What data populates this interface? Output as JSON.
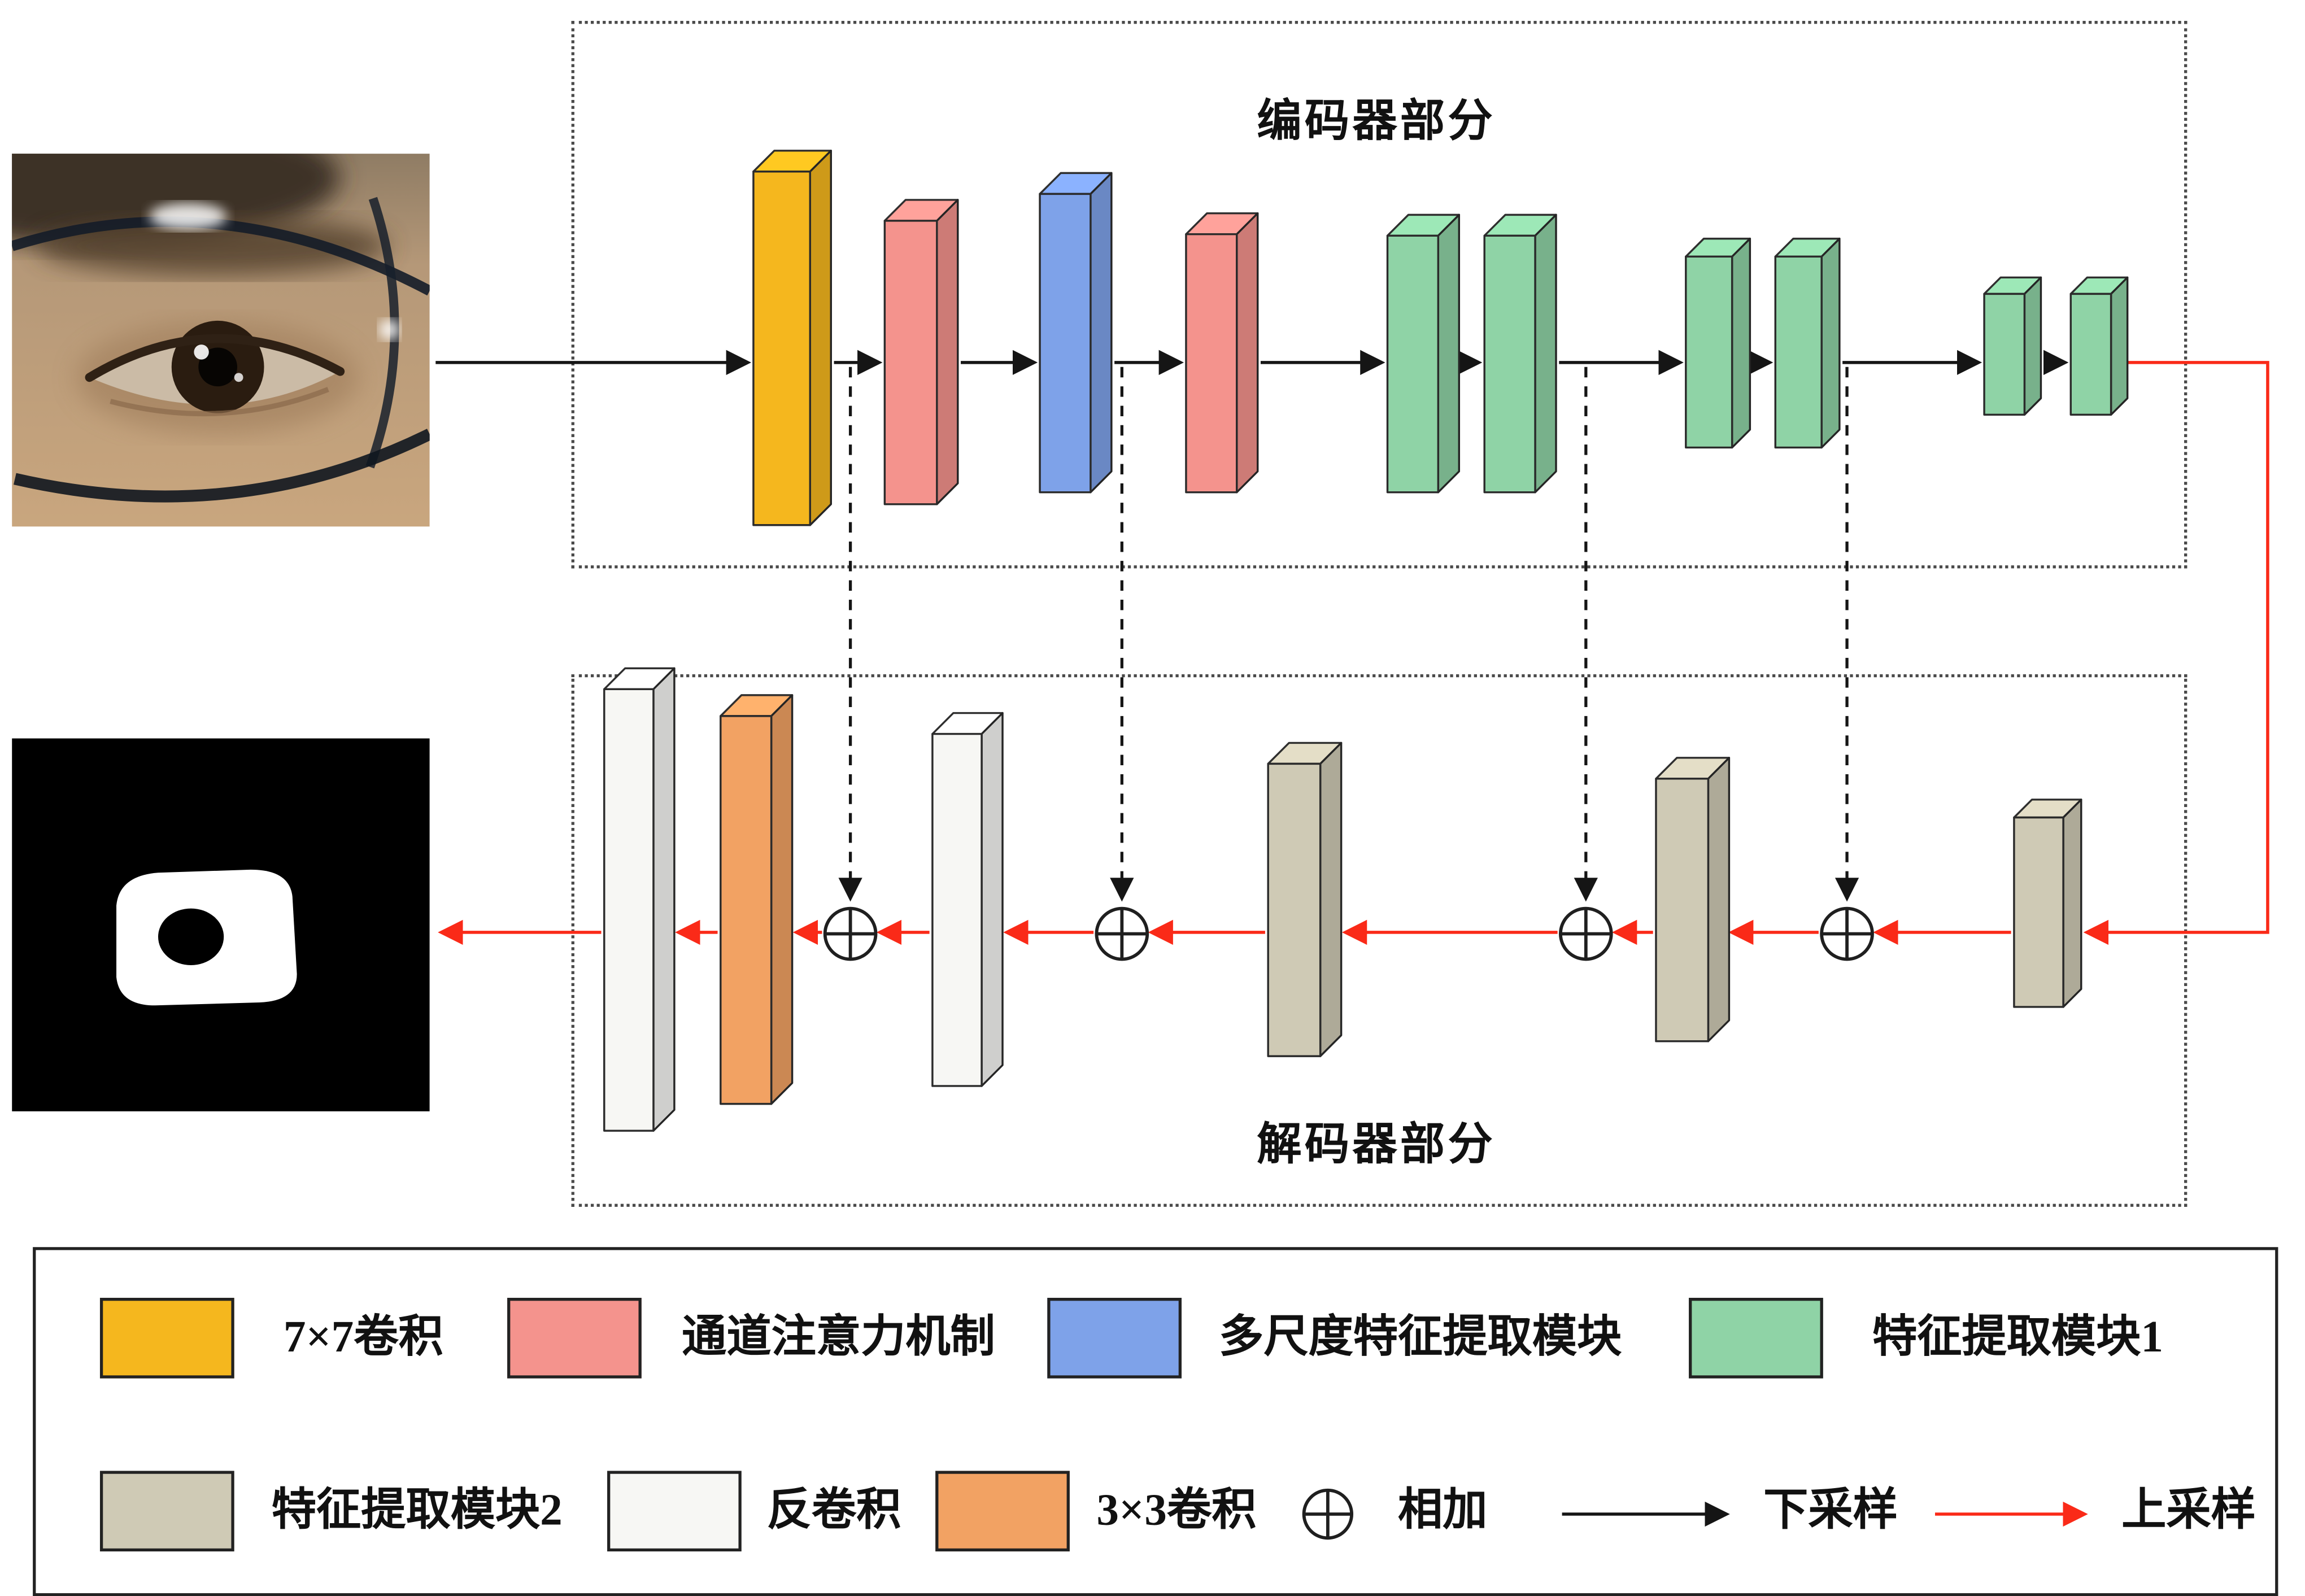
{
  "figure": {
    "encoder_title": "编码器部分",
    "decoder_title": "解码器部分"
  },
  "colors": {
    "conv7x7": "#f5b71e",
    "attention": "#f4938d",
    "multiscale": "#7ea2e9",
    "feature1": "#8fd3a6",
    "feature2": "#cfcab5",
    "deconv": "#f7f7f4",
    "conv3x3": "#f2a263",
    "downsample": "#151515",
    "upsample": "#fa2a18"
  },
  "legend": {
    "items_row1": [
      {
        "key": "conv7x7",
        "label": "7×7卷积"
      },
      {
        "key": "attention",
        "label": "通道注意力机制"
      },
      {
        "key": "multiscale",
        "label": "多尺度特征提取模块"
      },
      {
        "key": "feature1",
        "label": "特征提取模块1"
      }
    ],
    "items_row2": [
      {
        "key": "feature2",
        "label": "特征提取模块2"
      },
      {
        "key": "deconv",
        "label": "反卷积"
      },
      {
        "key": "conv3x3",
        "label": "3×3卷积"
      }
    ],
    "sum_label": "相加",
    "downsample_label": "下采样",
    "upsample_label": "上采样"
  }
}
